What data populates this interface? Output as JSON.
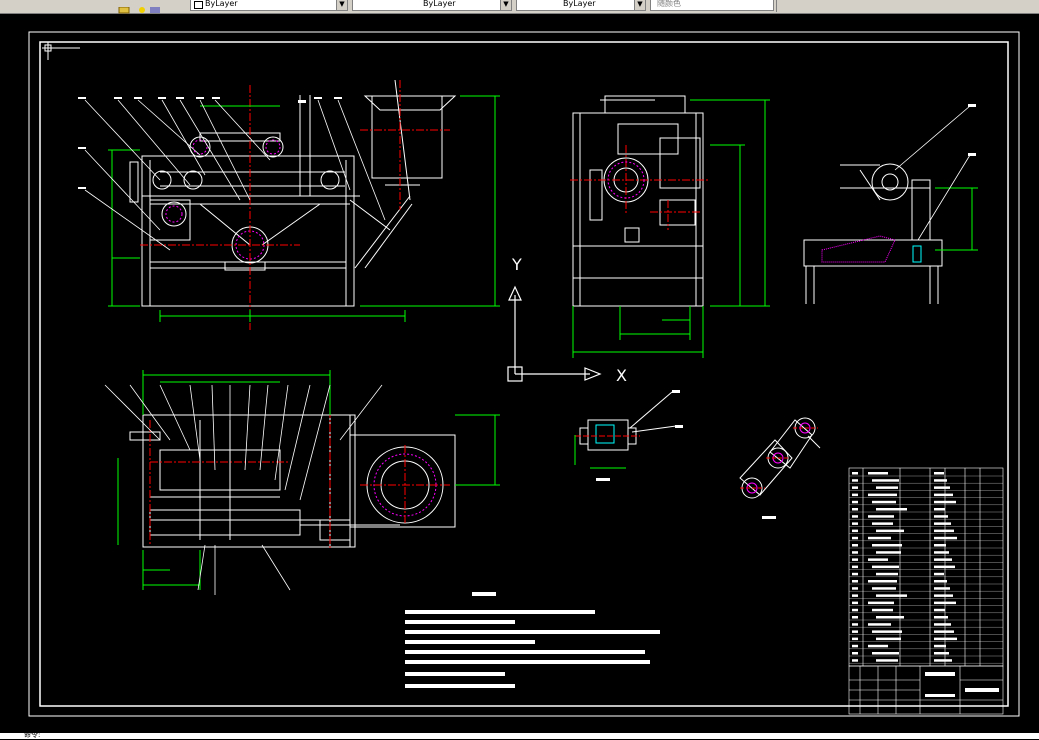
{
  "toolbar": {
    "linetype_combo": "ByLayer",
    "lineweight_combo": "ByLayer",
    "plotstyle_combo": "ByLayer",
    "color_combo": "随颜色"
  },
  "axis_labels": {
    "x": "X",
    "y": "Y"
  },
  "colors": {
    "background": "#000000",
    "border": "#ffffff",
    "dimension": "#00ff00",
    "centerline": "#ff0000",
    "hatch": "#ff00ff",
    "part": "#ffffff",
    "highlight": "#00ffff"
  },
  "command_line": "命令:"
}
